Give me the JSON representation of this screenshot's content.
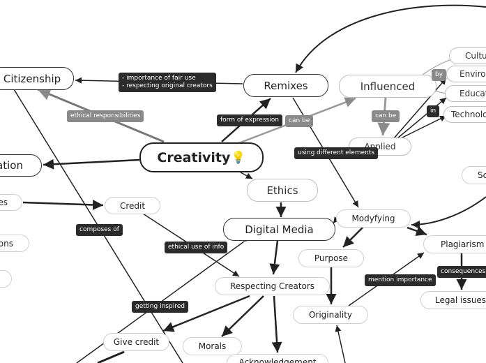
{
  "nodes": {
    "citizenship": "Citizenship",
    "remixes": "Remixes",
    "influenced": "Influenced",
    "culture": "Cultu",
    "environment": "Enviro",
    "education": "Educat",
    "technology": "Technolo",
    "applied": "Applied",
    "creativity": "Creativity",
    "creativity_icon": "💡",
    "education_left": "ation",
    "ethics": "Ethics",
    "credit": "Credit",
    "left_es": "es",
    "left_ons": "ons",
    "digital_media": "Digital Media",
    "modyfying": "Modyfying",
    "plagiarism": "Plagiarism",
    "purpose": "Purpose",
    "respecting_creators": "Respecting Creators",
    "originality": "Originality",
    "legal_issues": "Legal issues",
    "give_credit": "Give credit",
    "morals": "Morals",
    "acknowledgement": "Acknowledgement",
    "right_sc": "Sc"
  },
  "labels": {
    "fair_use_1": "- importance of fair use",
    "fair_use_2": "- respecting original creators",
    "ethical_responsibilities": "ethical responsibilities",
    "form_of_expression": "form of expression",
    "can_be_1": "can be",
    "can_be_2": "can be",
    "by": "by",
    "in": "in",
    "using_different_elements": "using different elements",
    "composes_of": "composes of",
    "ethical_use_of_info": "ethical use of info",
    "getting_inspired": "getting inspired",
    "mention_importance": "mention importance",
    "consequences": "consequences"
  }
}
